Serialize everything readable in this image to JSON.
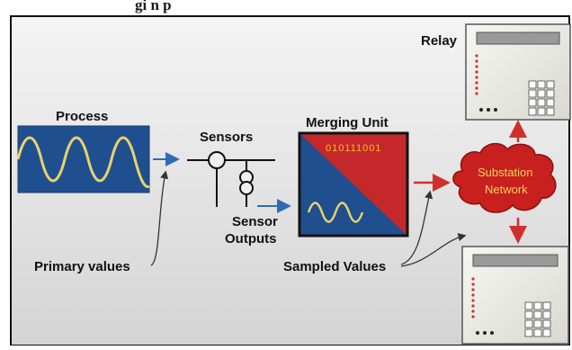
{
  "header": {
    "visible_title": "gi   n   p"
  },
  "colors": {
    "frame": "#111111",
    "panel_bg_top": "#f4f4f4",
    "panel_bg_bottom": "#d6d6d6",
    "wave_box": "#1f4f8f",
    "wave": "#e8d36a",
    "merge_red": "#c5282b",
    "merge_blue": "#1f4f8f",
    "binary_text": "#f2c21a",
    "arrow_blue": "#2e6db4",
    "arrow_red": "#d0302c",
    "cloud": "#c81f1f",
    "cloud_text": "#f5d35a"
  },
  "labels": {
    "process": "Process",
    "sensors": "Sensors",
    "sensor_outputs_line1": "Sensor",
    "sensor_outputs_line2": "Outputs",
    "merging_unit": "Merging Unit",
    "binary": "010111001",
    "substation_line1": "Substation",
    "substation_line2": "Network",
    "relay": "Relay",
    "primary_values": "Primary values",
    "sampled_values": "Sampled Values"
  }
}
